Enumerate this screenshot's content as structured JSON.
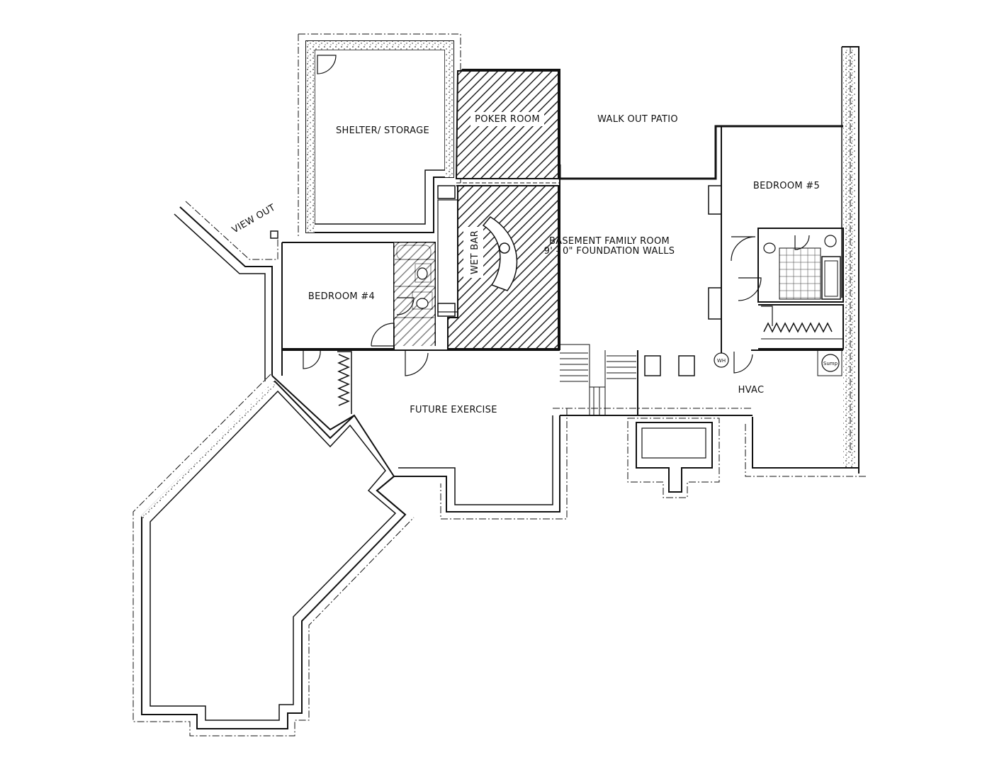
{
  "plan": {
    "rooms": {
      "shelter": "SHELTER/ STORAGE",
      "poker": "POKER ROOM",
      "walkout": "WALK OUT PATIO",
      "bedroom5": "BEDROOM #5",
      "viewout": "VIEW OUT",
      "family_1": "BASEMENT FAMILY ROOM",
      "family_2": "9' - 0\" FOUNDATION WALLS",
      "wetbar": "WET BAR",
      "bedroom4": "BEDROOM #4",
      "hvac": "HVAC",
      "exercise": "FUTURE EXERCISE",
      "wh": "WH",
      "sump": "Sump"
    },
    "colors": {
      "ink": "#111111",
      "background": "#ffffff",
      "hatch": "#222222"
    }
  }
}
